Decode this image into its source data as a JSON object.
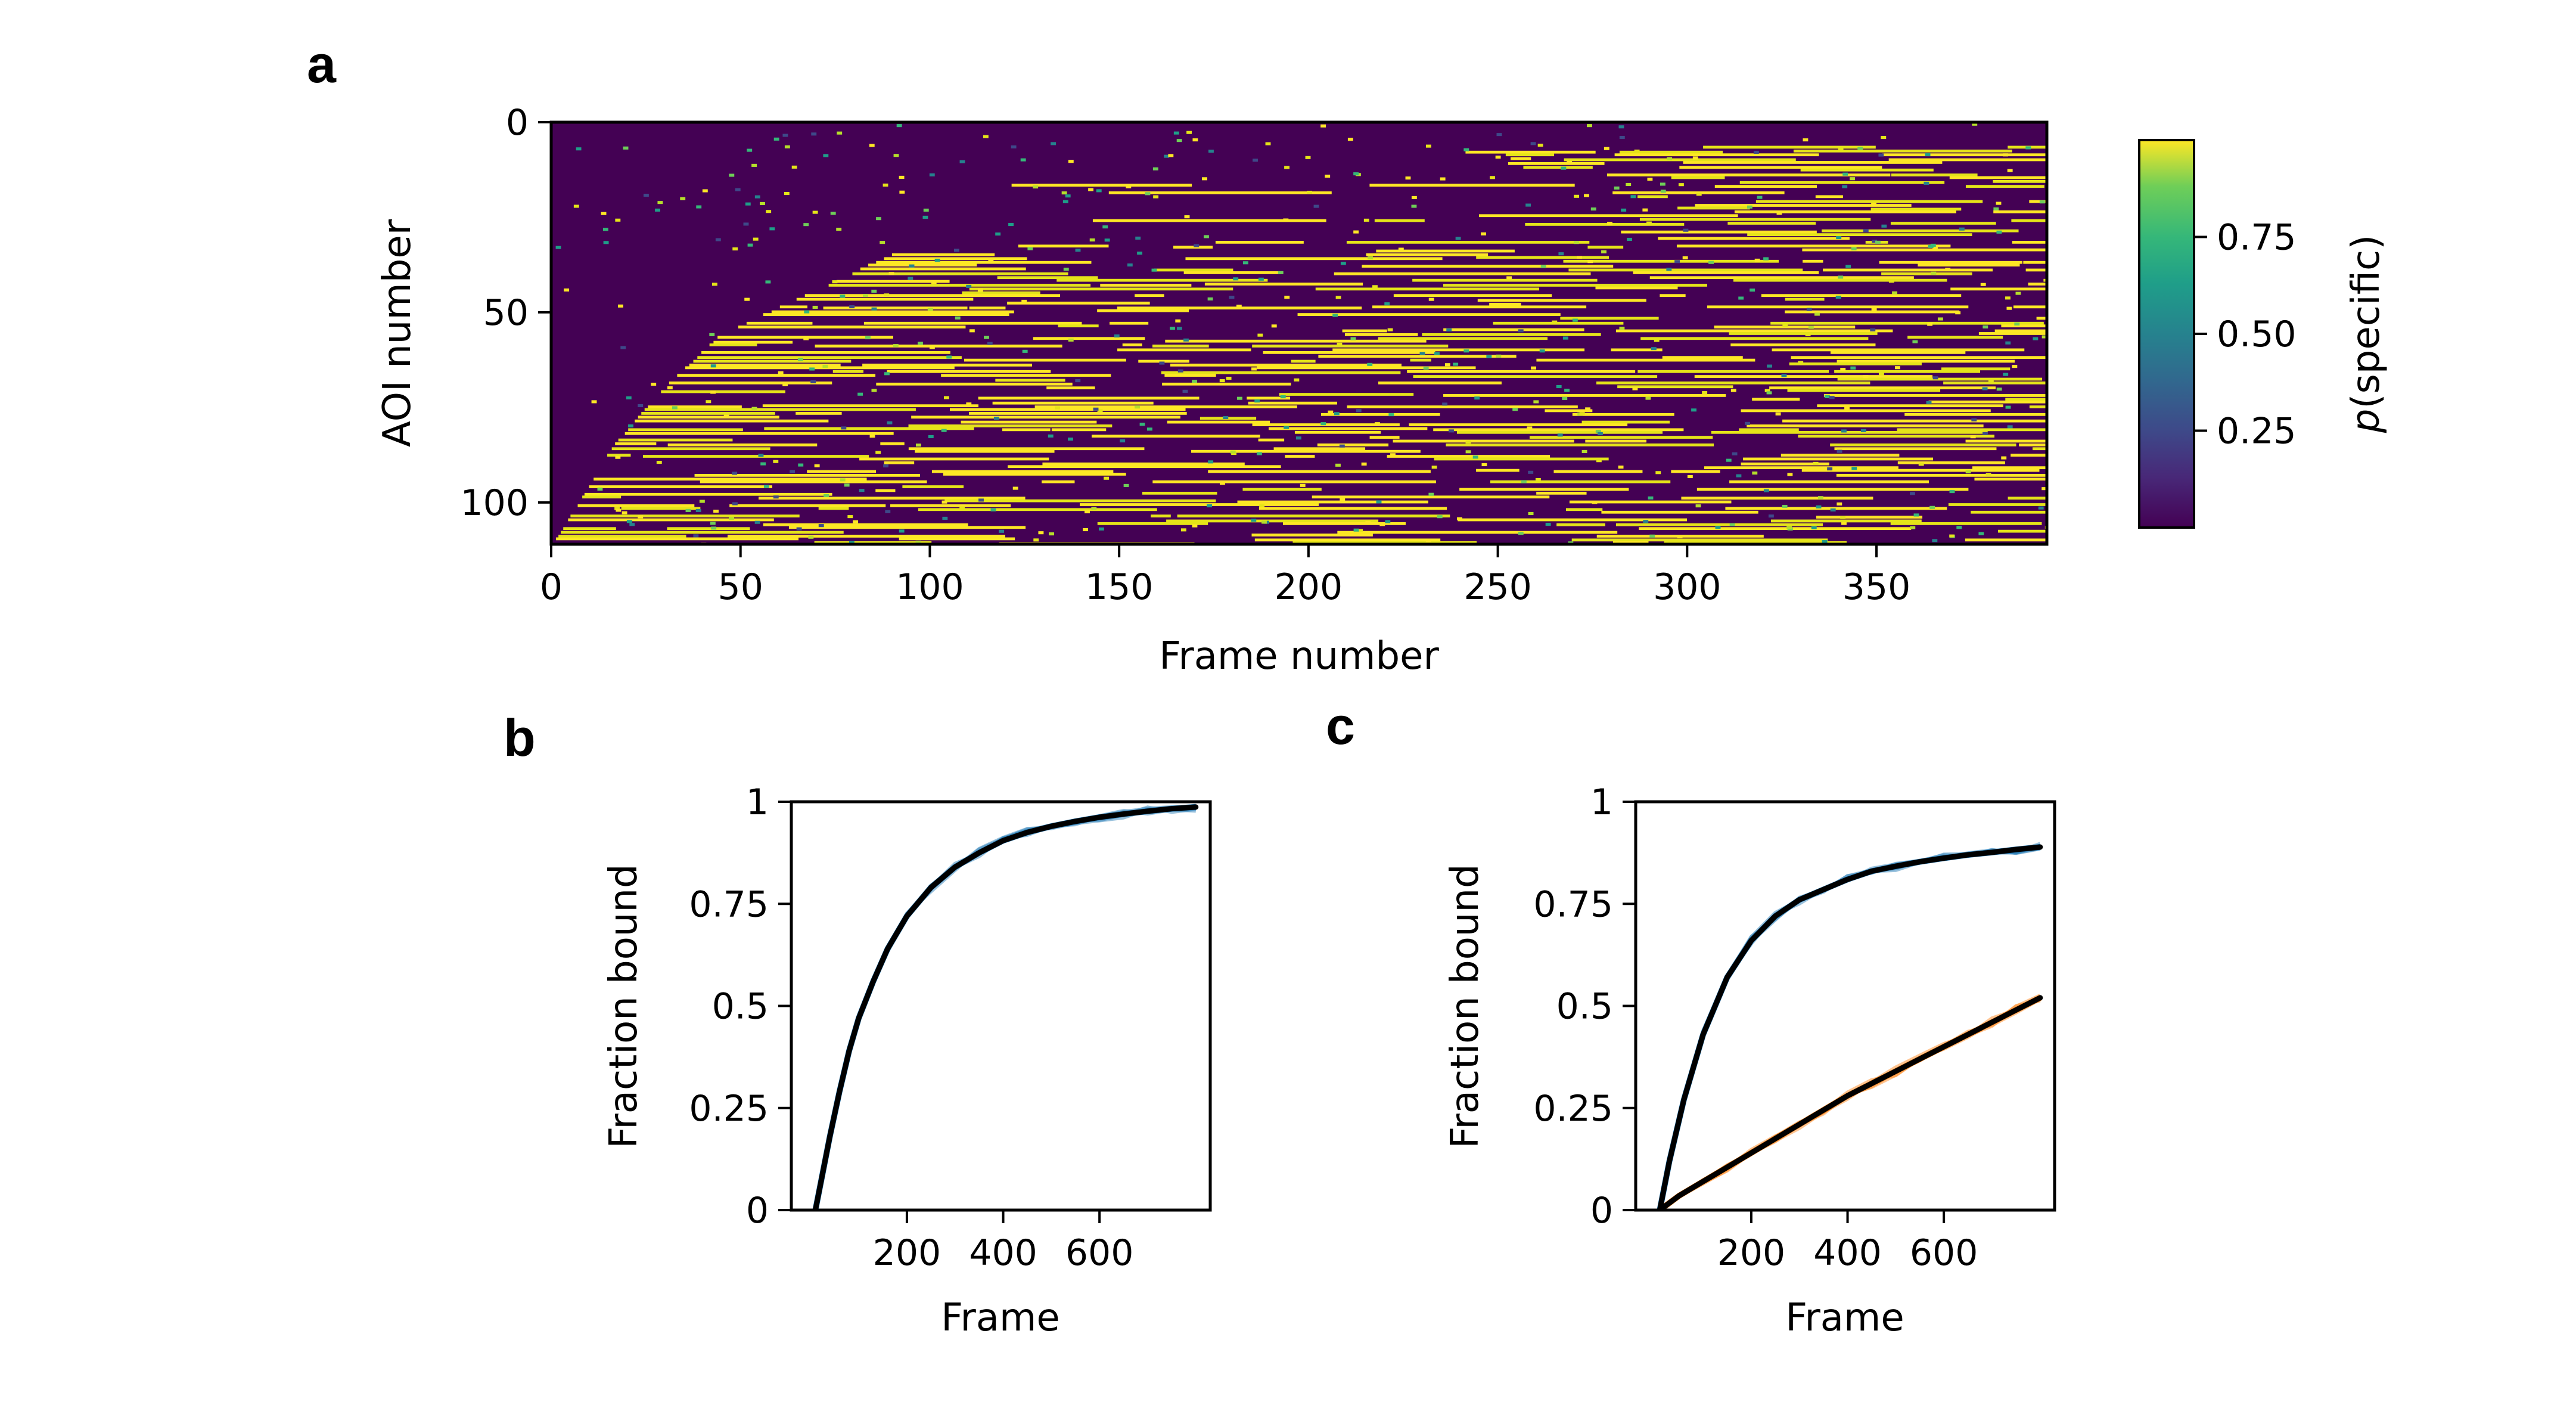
{
  "colors": {
    "background_heatmap": "#440154",
    "bound_yellow": "#fde725",
    "blue": "#1f77b4",
    "orange": "#ff7f0e",
    "fit": "#000000"
  },
  "chart_data": [
    {
      "panel": "a",
      "type": "heatmap",
      "xlabel": "Frame number",
      "ylabel": "AOI number",
      "xlim": [
        0,
        395
      ],
      "ylim": [
        111,
        0
      ],
      "xticks": [
        0,
        50,
        100,
        150,
        200,
        250,
        300,
        350
      ],
      "yticks": [
        0,
        50,
        100
      ],
      "n_aois": 111,
      "n_frames": 395,
      "colormap": "viridis",
      "colorbar": {
        "label_prefix": "p",
        "label_suffix": "(specific)",
        "range": [
          0,
          1
        ],
        "ticks": [
          "0.25",
          "0.50",
          "0.75"
        ]
      },
      "onset_profile": {
        "description_free": true,
        "aoi_start_rows": [
          34,
          111
        ],
        "onset_frames_at_rows": [
          [
            34,
            90
          ],
          [
            45,
            67
          ],
          [
            55,
            45
          ],
          [
            70,
            29
          ],
          [
            85,
            16
          ],
          [
            100,
            7
          ],
          [
            111,
            0
          ]
        ]
      }
    },
    {
      "panel": "b",
      "type": "line",
      "xlabel": "Frame",
      "ylabel": "Fraction bound",
      "xlim": [
        -40,
        830
      ],
      "ylim": [
        0,
        1
      ],
      "xticks": [
        200,
        400,
        600
      ],
      "yticks": [
        0,
        0.25,
        0.5,
        0.75,
        1
      ],
      "ytick_labels": [
        "0",
        "0.25",
        "0.5",
        "0.75",
        "1"
      ],
      "series": [
        {
          "color": "#1f77b4",
          "x": [
            10,
            20,
            40,
            60,
            80,
            100,
            130,
            160,
            200,
            250,
            300,
            350,
            400,
            450,
            500,
            550,
            600,
            650,
            700,
            750,
            800
          ],
          "y": [
            0.0,
            0.06,
            0.18,
            0.29,
            0.39,
            0.47,
            0.56,
            0.64,
            0.72,
            0.79,
            0.84,
            0.875,
            0.905,
            0.925,
            0.94,
            0.952,
            0.962,
            0.97,
            0.977,
            0.983,
            0.987
          ]
        }
      ],
      "fit": {
        "color": "#000000",
        "x": [
          10,
          20,
          40,
          60,
          80,
          100,
          130,
          160,
          200,
          250,
          300,
          350,
          400,
          450,
          500,
          550,
          600,
          650,
          700,
          750,
          800
        ],
        "y": [
          0.0,
          0.06,
          0.18,
          0.29,
          0.39,
          0.47,
          0.56,
          0.64,
          0.72,
          0.79,
          0.84,
          0.875,
          0.905,
          0.925,
          0.94,
          0.952,
          0.962,
          0.97,
          0.977,
          0.983,
          0.987
        ]
      }
    },
    {
      "panel": "c",
      "type": "line",
      "xlabel": "Frame",
      "ylabel": "Fraction bound",
      "xlim": [
        -40,
        830
      ],
      "ylim": [
        0,
        1
      ],
      "xticks": [
        200,
        400,
        600
      ],
      "yticks": [
        0,
        0.25,
        0.5,
        0.75,
        1
      ],
      "ytick_labels": [
        "0",
        "0.25",
        "0.5",
        "0.75",
        "1"
      ],
      "series": [
        {
          "color": "#1f77b4",
          "x": [
            10,
            30,
            60,
            100,
            150,
            200,
            250,
            300,
            350,
            400,
            450,
            500,
            550,
            600,
            650,
            700,
            750,
            800
          ],
          "y": [
            0.0,
            0.12,
            0.27,
            0.43,
            0.57,
            0.66,
            0.72,
            0.76,
            0.785,
            0.81,
            0.83,
            0.842,
            0.853,
            0.862,
            0.87,
            0.876,
            0.883,
            0.889
          ]
        },
        {
          "color": "#ff7f0e",
          "x": [
            10,
            50,
            100,
            150,
            200,
            250,
            300,
            350,
            400,
            450,
            500,
            550,
            600,
            650,
            700,
            750,
            800
          ],
          "y": [
            0.0,
            0.035,
            0.07,
            0.105,
            0.14,
            0.175,
            0.21,
            0.245,
            0.28,
            0.31,
            0.34,
            0.37,
            0.4,
            0.43,
            0.46,
            0.49,
            0.52
          ]
        }
      ],
      "fit": [
        {
          "color": "#000000",
          "x": [
            10,
            30,
            60,
            100,
            150,
            200,
            250,
            300,
            350,
            400,
            450,
            500,
            550,
            600,
            650,
            700,
            750,
            800
          ],
          "y": [
            0.0,
            0.12,
            0.27,
            0.43,
            0.57,
            0.66,
            0.72,
            0.76,
            0.785,
            0.81,
            0.83,
            0.842,
            0.853,
            0.862,
            0.87,
            0.876,
            0.883,
            0.889
          ]
        },
        {
          "color": "#000000",
          "x": [
            10,
            50,
            100,
            150,
            200,
            250,
            300,
            350,
            400,
            450,
            500,
            550,
            600,
            650,
            700,
            750,
            800
          ],
          "y": [
            0.0,
            0.035,
            0.07,
            0.105,
            0.14,
            0.175,
            0.21,
            0.245,
            0.28,
            0.31,
            0.34,
            0.37,
            0.4,
            0.43,
            0.46,
            0.49,
            0.52
          ]
        }
      ]
    }
  ],
  "panels": {
    "a": "a",
    "b": "b",
    "c": "c"
  }
}
